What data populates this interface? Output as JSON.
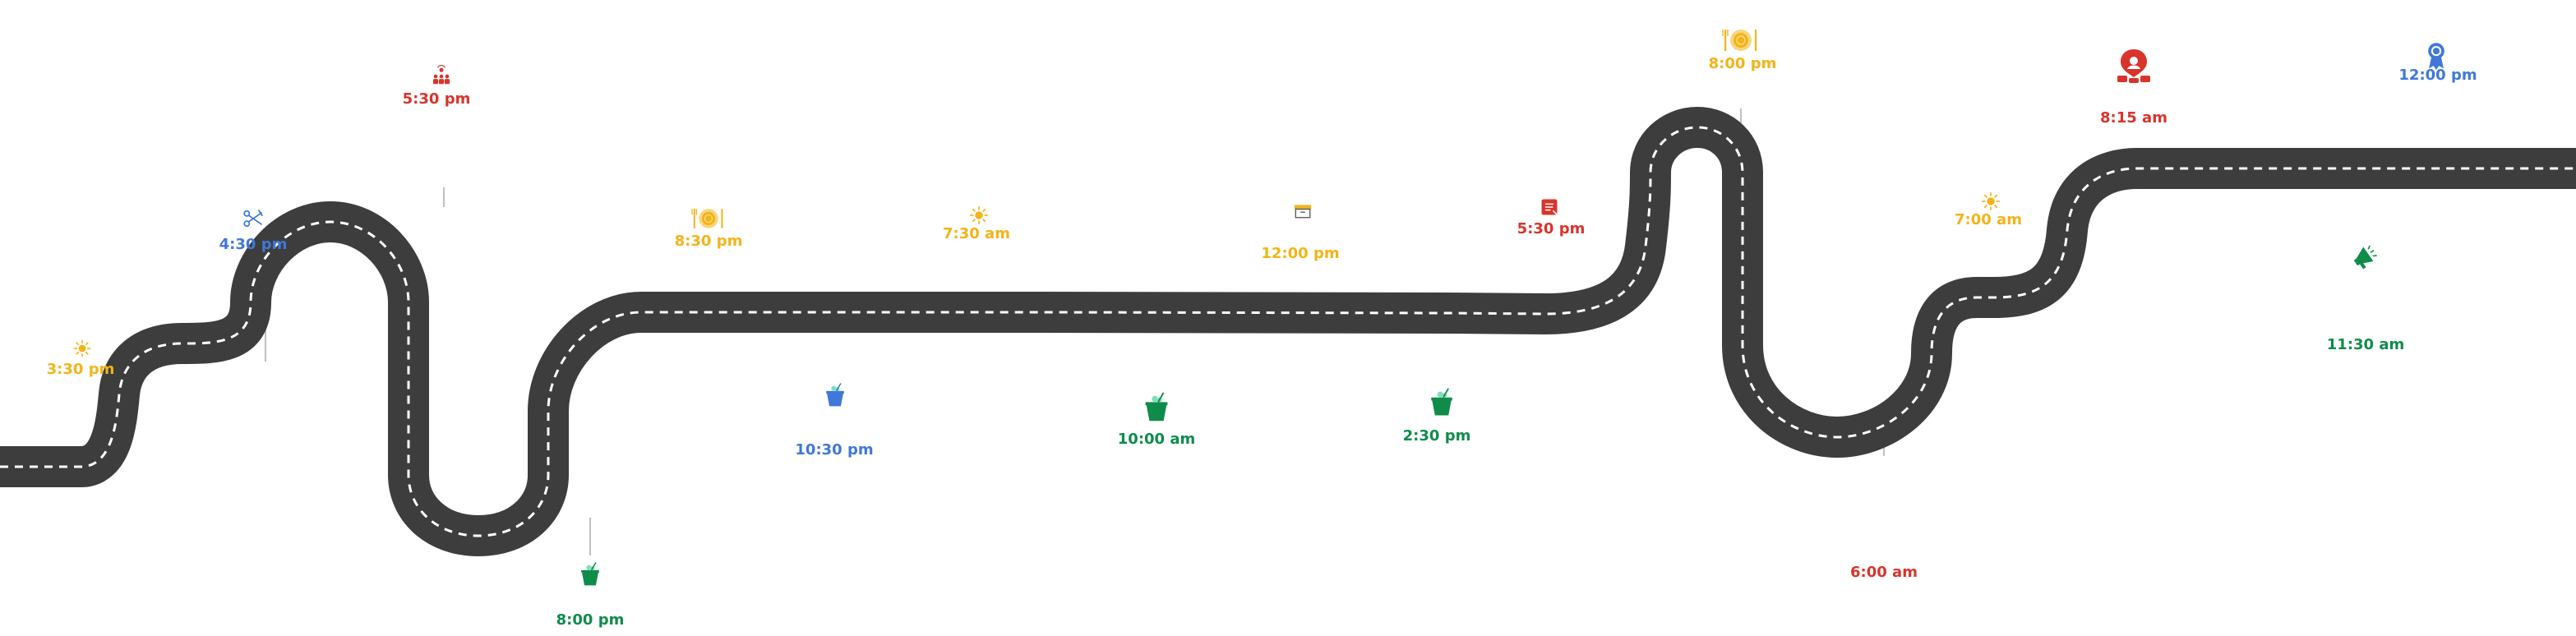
{
  "colors": {
    "road": "#3d3d3d",
    "road_dash": "#ffffff",
    "tick": "#bfbfbf",
    "yellow": "#f2b418",
    "blue": "#3f78d8",
    "red": "#d8342c",
    "green": "#0f8c4a",
    "light_green": "#7de0ba",
    "icon_red": "#f06a64"
  },
  "milestones": [
    {
      "time": "3:30 pm",
      "color": "yellow",
      "icon": "sun-icon"
    },
    {
      "time": "4:30 pm",
      "color": "blue",
      "icon": "shears-icon"
    },
    {
      "time": "5:30 pm",
      "color": "red",
      "icon": "team-icon"
    },
    {
      "time": "8:00 pm",
      "color": "green",
      "icon": "cup-icon"
    },
    {
      "time": "8:30 pm",
      "color": "yellow",
      "icon": "dinner-plate-icon"
    },
    {
      "time": "10:30 pm",
      "color": "blue",
      "icon": "cup-icon"
    },
    {
      "time": "7:30 am",
      "color": "yellow",
      "icon": "sun-icon"
    },
    {
      "time": "10:00 am",
      "color": "green",
      "icon": "cup-icon"
    },
    {
      "time": "12:00 pm",
      "color": "yellow",
      "icon": "box-icon"
    },
    {
      "time": "2:30 pm",
      "color": "green",
      "icon": "cup-icon"
    },
    {
      "time": "5:30 pm",
      "color": "red",
      "icon": "note-icon"
    },
    {
      "time": "8:00 pm",
      "color": "yellow",
      "icon": "dinner-plate-icon"
    },
    {
      "time": "6:00 am",
      "color": "red",
      "icon": "none"
    },
    {
      "time": "7:00 am",
      "color": "yellow",
      "icon": "sun-icon"
    },
    {
      "time": "8:15 am",
      "color": "red",
      "icon": "user-pin-icon"
    },
    {
      "time": "11:30 am",
      "color": "green",
      "icon": "megaphone-icon"
    },
    {
      "time": "12:00 pm",
      "color": "blue",
      "icon": "award-ribbon-icon"
    }
  ]
}
